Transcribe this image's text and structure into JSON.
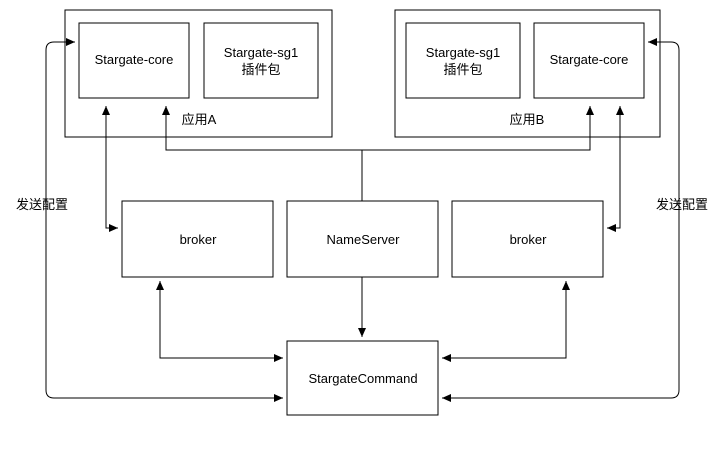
{
  "app_a": {
    "container_label": "应用A",
    "core_label": "Stargate-core",
    "plugin_line1": "Stargate-sg1",
    "plugin_line2": "插件包"
  },
  "app_b": {
    "container_label": "应用B",
    "core_label": "Stargate-core",
    "plugin_line1": "Stargate-sg1",
    "plugin_line2": "插件包"
  },
  "broker_left_label": "broker",
  "nameserver_label": "NameServer",
  "broker_right_label": "broker",
  "command_label": "StargateCommand",
  "send_config_left": "发送配置",
  "send_config_right": "发送配置"
}
